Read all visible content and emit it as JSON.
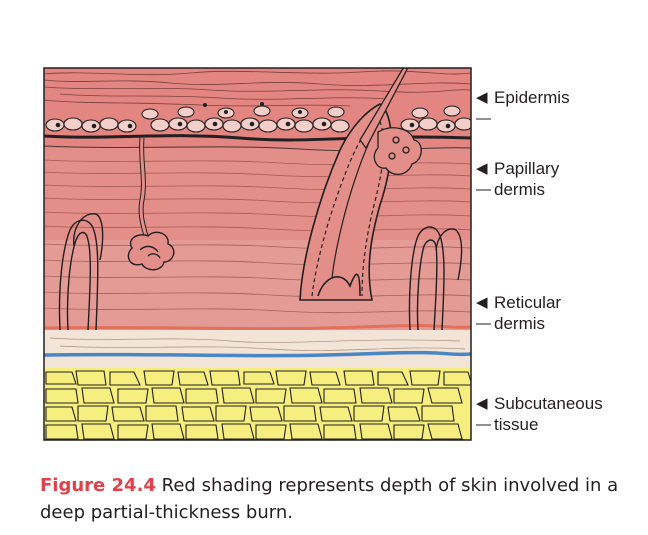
{
  "labels": {
    "epidermis": [
      "Epidermis"
    ],
    "papillary": [
      "Papillary",
      "dermis"
    ],
    "reticular": [
      "Reticular",
      "dermis"
    ],
    "subcutaneous": [
      "Subcutaneous",
      "tissue"
    ]
  },
  "caption": {
    "figure_label": "Figure 24.4",
    "text": " Red shading represents depth of skin involved in a deep partial-thickness burn."
  },
  "colors": {
    "burn_shading": "#e38a86",
    "deep_shading": "#e4a29c",
    "reticular_band": "#f1e3d4",
    "fat": "#f6ee7e",
    "blood_vessel_blue": "#4a86c5",
    "blood_vessel_red": "#e2705a",
    "figure_label": "#e0414a"
  }
}
